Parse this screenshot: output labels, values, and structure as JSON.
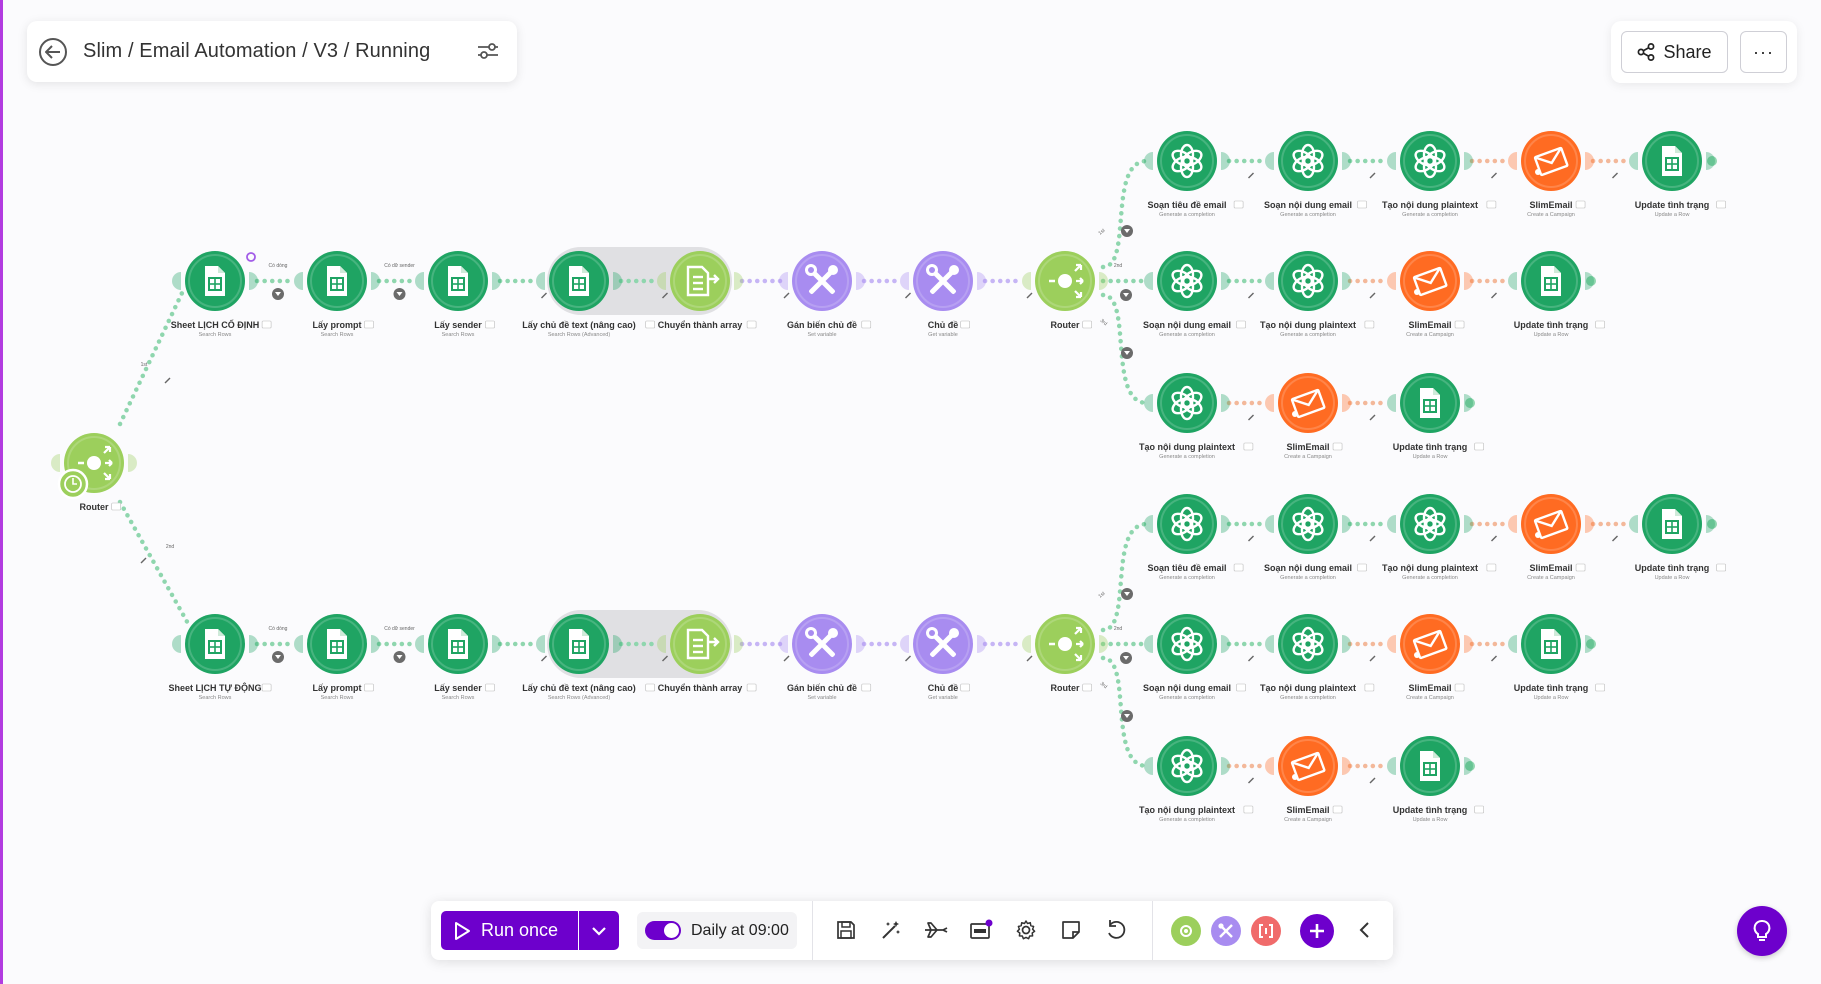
{
  "header": {
    "breadcrumb": "Slim / Email Automation / V3 / Running",
    "share_label": "Share",
    "more_label": "···"
  },
  "toolbar": {
    "run_label": "Run once",
    "schedule_label": "Daily at 09:00"
  },
  "colors": {
    "sheets": "#1fa463",
    "openai": "#1fa463",
    "router": "#9ccf5c",
    "iterator": "#9ccf5c",
    "tools": "#a88cf0",
    "slimemail": "#ff6b22",
    "accent": "#6d00cc"
  },
  "root_router": {
    "label": "Router"
  },
  "branch_top": {
    "path_label": "1st",
    "nodes": [
      {
        "label": "Sheet LỊCH CỐ ĐỊNH",
        "sub": "Search Rows"
      },
      {
        "label": "Lấy prompt",
        "sub": "Search Rows"
      },
      {
        "label": "Lấy sender",
        "sub": "Search Rows"
      },
      {
        "label": "Lấy chủ đề text (nâng cao)",
        "sub": "Search Rows (Advanced)"
      },
      {
        "label": "Chuyển thành array",
        "sub": ""
      },
      {
        "label": "Gán biến chủ đề",
        "sub": "Set variable"
      },
      {
        "label": "Chủ đề",
        "sub": "Get variable"
      },
      {
        "label": "Router",
        "sub": ""
      }
    ],
    "link_labels": [
      "Có dòng",
      "Có dữ sender"
    ],
    "routes": [
      {
        "path": "1st",
        "nodes": [
          {
            "label": "Soạn tiêu đề email",
            "sub": "Generate a completion"
          },
          {
            "label": "Soạn nội dung email",
            "sub": "Generate a completion"
          },
          {
            "label": "Tạo nội dung plaintext",
            "sub": "Generate a completion"
          },
          {
            "label": "SlimEmail",
            "sub": "Create a Campaign"
          },
          {
            "label": "Update tình trạng",
            "sub": "Update a Row"
          }
        ]
      },
      {
        "path": "2nd",
        "nodes": [
          {
            "label": "Soạn nội dung email",
            "sub": "Generate a completion"
          },
          {
            "label": "Tạo nội dung plaintext",
            "sub": "Generate a completion"
          },
          {
            "label": "SlimEmail",
            "sub": "Create a Campaign"
          },
          {
            "label": "Update tình trạng",
            "sub": "Update a Row"
          }
        ]
      },
      {
        "path": "3rd",
        "nodes": [
          {
            "label": "Tạo nội dung plaintext",
            "sub": "Generate a completion"
          },
          {
            "label": "SlimEmail",
            "sub": "Create a Campaign"
          },
          {
            "label": "Update tình trạng",
            "sub": "Update a Row"
          }
        ]
      }
    ]
  },
  "branch_bottom": {
    "path_label": "2nd",
    "nodes": [
      {
        "label": "Sheet LỊCH TỰ ĐỘNG",
        "sub": "Search Rows"
      },
      {
        "label": "Lấy prompt",
        "sub": "Search Rows"
      },
      {
        "label": "Lấy sender",
        "sub": "Search Rows"
      },
      {
        "label": "Lấy chủ đề text (nâng cao)",
        "sub": "Search Rows (Advanced)"
      },
      {
        "label": "Chuyển thành array",
        "sub": ""
      },
      {
        "label": "Gán biến chủ đề",
        "sub": "Set variable"
      },
      {
        "label": "Chủ đề",
        "sub": "Get variable"
      },
      {
        "label": "Router",
        "sub": ""
      }
    ],
    "link_labels": [
      "Có dòng",
      "Có dữ sender"
    ],
    "routes": [
      {
        "path": "1st",
        "nodes": [
          {
            "label": "Soạn tiêu đề email",
            "sub": "Generate a completion"
          },
          {
            "label": "Soạn nội dung email",
            "sub": "Generate a completion"
          },
          {
            "label": "Tạo nội dung plaintext",
            "sub": "Generate a completion"
          },
          {
            "label": "SlimEmail",
            "sub": "Create a Campaign"
          },
          {
            "label": "Update tình trạng",
            "sub": "Update a Row"
          }
        ]
      },
      {
        "path": "2nd",
        "nodes": [
          {
            "label": "Soạn nội dung email",
            "sub": "Generate a completion"
          },
          {
            "label": "Tạo nội dung plaintext",
            "sub": "Generate a completion"
          },
          {
            "label": "SlimEmail",
            "sub": "Create a Campaign"
          },
          {
            "label": "Update tình trạng",
            "sub": "Update a Row"
          }
        ]
      },
      {
        "path": "3rd",
        "nodes": [
          {
            "label": "Tạo nội dung plaintext",
            "sub": "Generate a completion"
          },
          {
            "label": "SlimEmail",
            "sub": "Create a Campaign"
          },
          {
            "label": "Update tình trạng",
            "sub": "Update a Row"
          }
        ]
      }
    ]
  }
}
